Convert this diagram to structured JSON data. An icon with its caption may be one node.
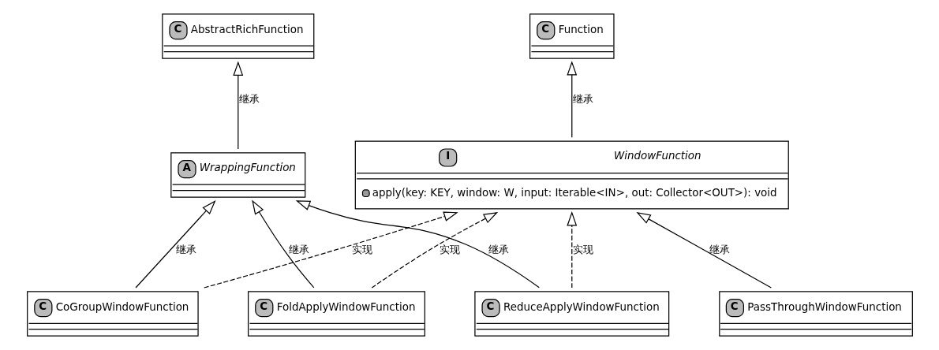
{
  "diagram": {
    "nodes": [
      {
        "text": [
          "C",
          "AbstractRichFunction"
        ]
      },
      {
        "text": [
          "C",
          "Function"
        ]
      },
      {
        "text": [
          "A",
          "WrappingFunction"
        ]
      },
      {
        "text": [
          "I",
          "WindowFunction",
          "apply(key: KEY, window: W, input: Iterable<IN>, out: Collector<OUT>): void"
        ]
      },
      {
        "text": [
          "C",
          "CoGroupWindowFunction"
        ]
      },
      {
        "text": [
          "C",
          "FoldApplyWindowFunction"
        ]
      },
      {
        "text": [
          "C",
          "ReduceApplyWindowFunction"
        ]
      },
      {
        "text": [
          "C",
          "PassThroughWindowFunction"
        ]
      }
    ],
    "edges": [
      {
        "from": 2,
        "to": 0,
        "arrow": "to",
        "label": "继承"
      },
      {
        "from": 3,
        "to": 1,
        "arrow": "to",
        "label": "继承"
      },
      {
        "from": 4,
        "to": 2,
        "arrow": "to",
        "label": "继承"
      },
      {
        "from": 5,
        "to": 2,
        "arrow": "to",
        "label": "继承"
      },
      {
        "from": 6,
        "to": 2,
        "arrow": "to",
        "label": "继承"
      },
      {
        "from": 4,
        "to": 3,
        "arrow": "to",
        "label": "实现",
        "style": "dashed"
      },
      {
        "from": 5,
        "to": 3,
        "arrow": "to",
        "label": "实现",
        "style": "dashed"
      },
      {
        "from": 6,
        "to": 3,
        "arrow": "to",
        "label": "实现",
        "style": "dashed"
      },
      {
        "from": 7,
        "to": 3,
        "arrow": "to",
        "label": "继承"
      }
    ]
  }
}
